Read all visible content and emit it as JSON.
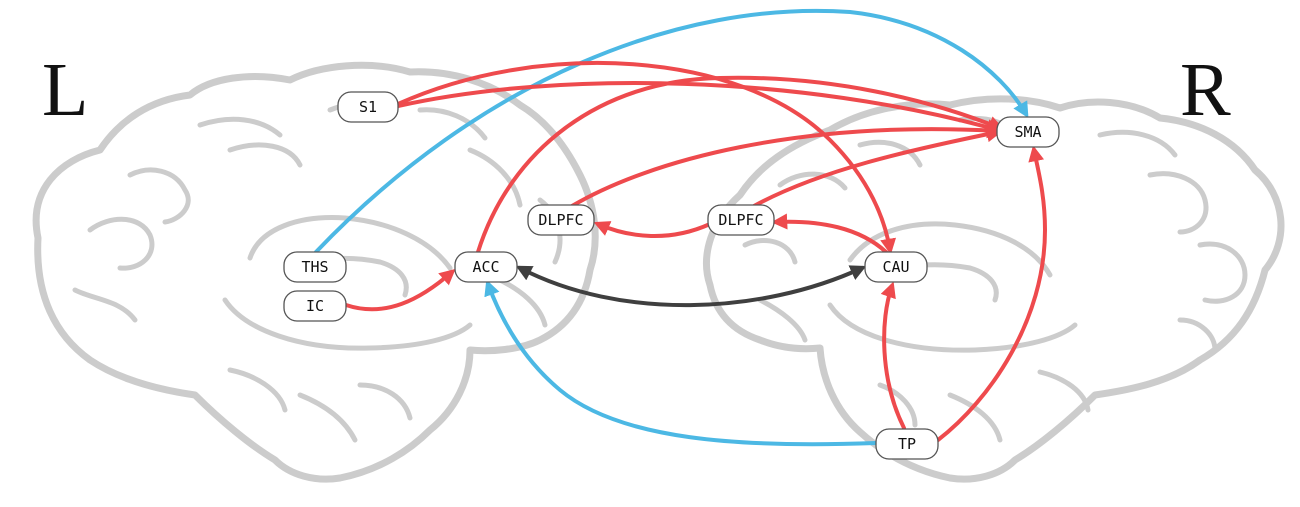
{
  "hemisphere_labels": {
    "left": "L",
    "right": "R"
  },
  "colors": {
    "excitatory": "#ee4a4d",
    "inhibitory": "#4cb8e4",
    "bidirectional": "#3f3f3f",
    "brain_outline": "#cccccc"
  },
  "nodes": {
    "s1": "S1",
    "ths": "THS",
    "ic": "IC",
    "acc": "ACC",
    "dlpfc_left": "DLPFC",
    "dlpfc_right": "DLPFC",
    "cau": "CAU",
    "sma": "SMA",
    "tp": "TP"
  },
  "edges": [
    {
      "from": "S1",
      "to": "SMA",
      "color": "red"
    },
    {
      "from": "S1",
      "to": "CAU",
      "color": "red"
    },
    {
      "from": "THS",
      "to": "SMA",
      "color": "blue"
    },
    {
      "from": "ACC",
      "to": "SMA",
      "color": "red"
    },
    {
      "from": "IC",
      "to": "ACC",
      "color": "red"
    },
    {
      "from": "DLPFC (L)",
      "to": "SMA",
      "color": "red"
    },
    {
      "from": "DLPFC (R)",
      "to": "DLPFC (L)",
      "color": "red"
    },
    {
      "from": "DLPFC (R)",
      "to": "SMA",
      "color": "red"
    },
    {
      "from": "CAU",
      "to": "DLPFC (R)",
      "color": "red"
    },
    {
      "from": "ACC",
      "to": "CAU",
      "color": "dark",
      "bidirectional": true
    },
    {
      "from": "TP",
      "to": "ACC",
      "color": "blue"
    },
    {
      "from": "TP",
      "to": "CAU",
      "color": "red"
    },
    {
      "from": "TP",
      "to": "SMA",
      "color": "red"
    }
  ]
}
